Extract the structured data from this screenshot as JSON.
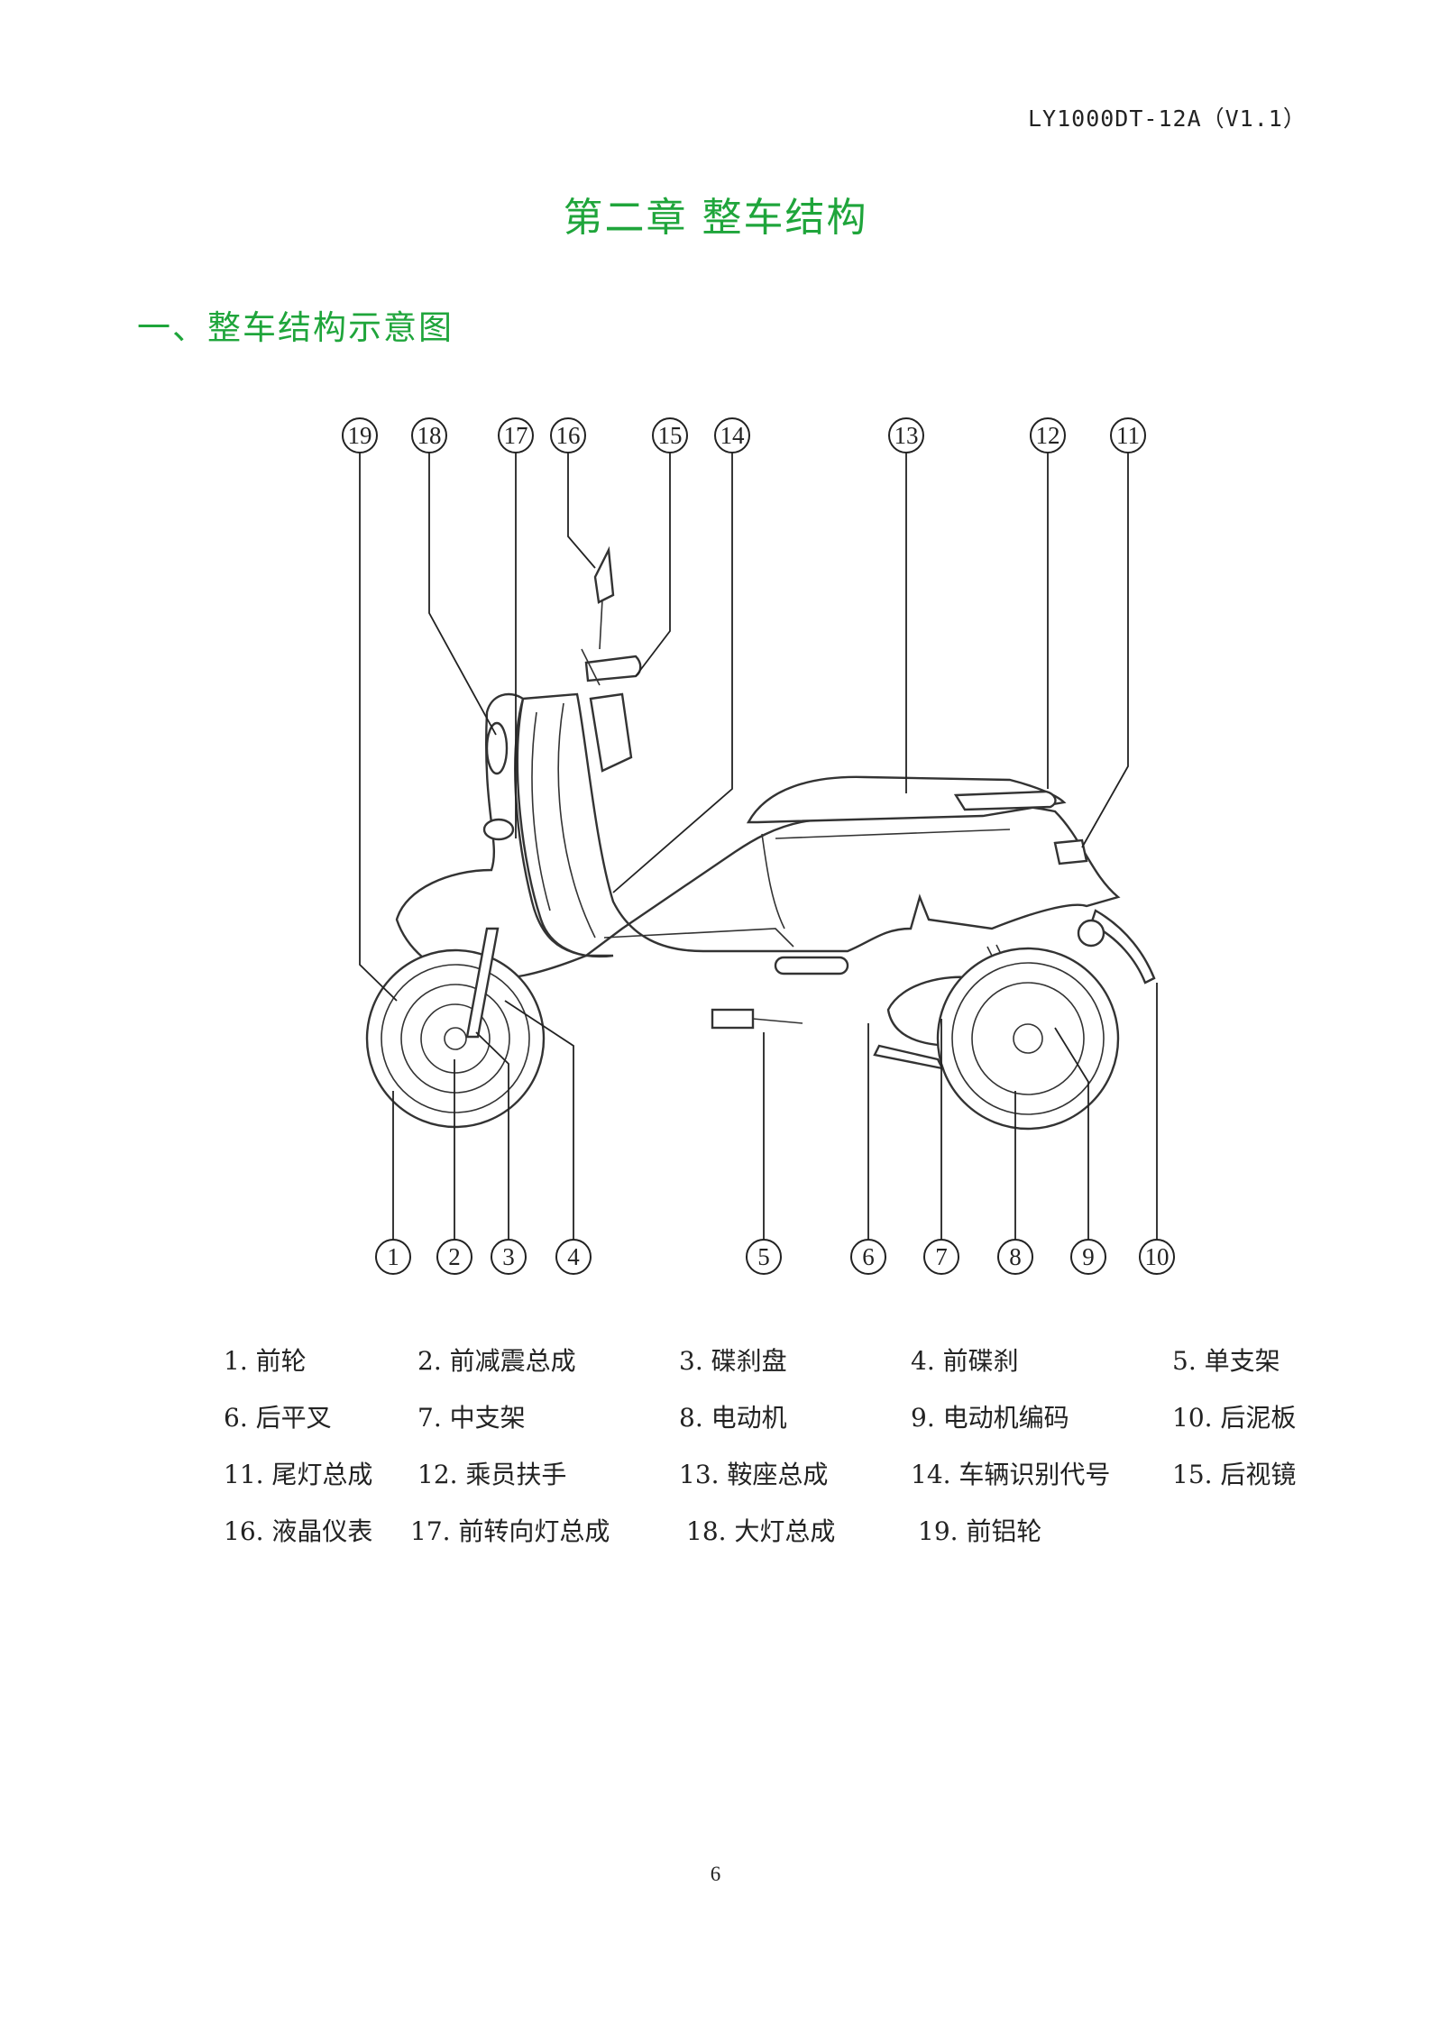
{
  "header": {
    "doc_code": "LY1000DT-12A（V1.1）"
  },
  "chapter_title": "第二章  整车结构",
  "section_title": "一、整车结构示意图",
  "callouts_top": [
    "19",
    "18",
    "17",
    "16",
    "15",
    "14",
    "13",
    "12",
    "11"
  ],
  "callouts_bottom": [
    "1",
    "2",
    "3",
    "4",
    "5",
    "6",
    "7",
    "8",
    "9",
    "10"
  ],
  "legend": [
    [
      "1.  前轮",
      "2. 前减震总成",
      "3. 碟刹盘",
      "4. 前碟刹",
      "5. 单支架"
    ],
    [
      "6.  后平叉",
      "7. 中支架",
      "8. 电动机",
      "9. 电动机编码",
      "10. 后泥板"
    ],
    [
      "11.  尾灯总成",
      "12. 乘员扶手",
      "13. 鞍座总成",
      "14. 车辆识别代号",
      "15. 后视镜"
    ],
    [
      "16. 液晶仪表",
      "17. 前转向灯总成",
      "18. 大灯总成",
      "19. 前铝轮"
    ]
  ],
  "page_number": "6"
}
